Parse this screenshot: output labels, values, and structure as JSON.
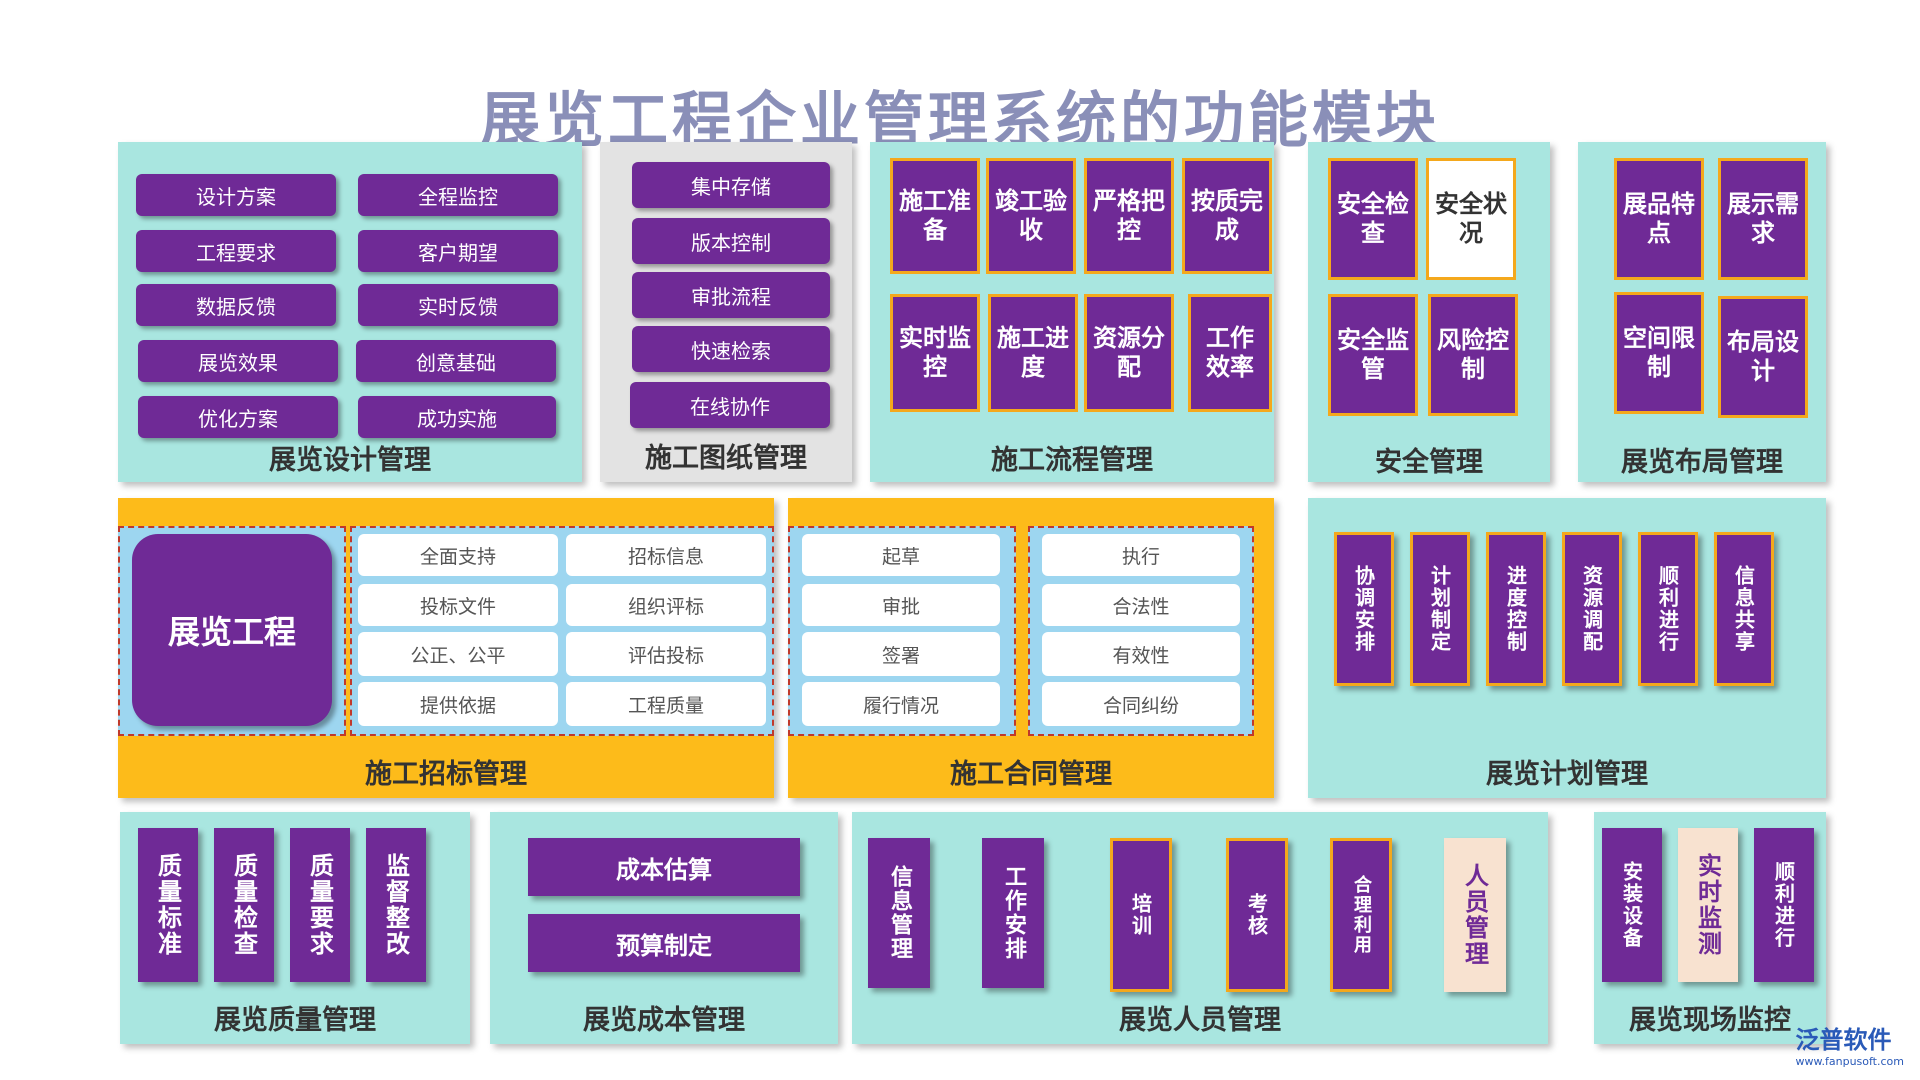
{
  "title": "展览工程企业管理系统的功能模块",
  "design": {
    "label": "展览设计管理",
    "items": [
      "设计方案",
      "全程监控",
      "工程要求",
      "客户期望",
      "数据反馈",
      "实时反馈",
      "展览效果",
      "创意基础",
      "优化方案",
      "成功实施"
    ]
  },
  "drawings": {
    "label": "施工图纸管理",
    "items": [
      "集中存储",
      "版本控制",
      "审批流程",
      "快速检索",
      "在线协作"
    ]
  },
  "process": {
    "label": "施工流程管理",
    "items": [
      "施工准备",
      "竣工验收",
      "严格把控",
      "按质完成",
      "实时监控",
      "施工进度",
      "资源分配",
      "工作效率"
    ]
  },
  "safety": {
    "label": "安全管理",
    "items": [
      "安全检查",
      "安全状况",
      "安全监管",
      "风险控制"
    ]
  },
  "layout": {
    "label": "展览布局管理",
    "items": [
      "展品特点",
      "展示需求",
      "空间限制",
      "布局设计"
    ]
  },
  "bidding": {
    "label": "施工招标管理",
    "center": "展览工程",
    "items": [
      "全面支持",
      "招标信息",
      "投标文件",
      "组织评标",
      "公正、公平",
      "评估投标",
      "提供依据",
      "工程质量"
    ]
  },
  "contract": {
    "label": "施工合同管理",
    "left": [
      "起草",
      "审批",
      "签署",
      "履行情况"
    ],
    "right": [
      "执行",
      "合法性",
      "有效性",
      "合同纠纷"
    ]
  },
  "plan": {
    "label": "展览计划管理",
    "items": [
      "协调安排",
      "计划制定",
      "进度控制",
      "资源调配",
      "顺利进行",
      "信息共享"
    ]
  },
  "quality": {
    "label": "展览质量管理",
    "items": [
      "质量标准",
      "质量检查",
      "质量要求",
      "监督整改"
    ]
  },
  "cost": {
    "label": "展览成本管理",
    "items": [
      "成本估算",
      "预算制定"
    ]
  },
  "staff": {
    "label": "展览人员管理",
    "items": [
      "信息管理",
      "工作安排",
      "培训",
      "考核",
      "合理利用",
      "人员管理"
    ]
  },
  "site": {
    "label": "展览现场监控",
    "items": [
      "安装设备",
      "实时监测",
      "顺利进行"
    ]
  },
  "logo": {
    "name": "泛普软件",
    "url": "www.fanpusoft.com"
  }
}
